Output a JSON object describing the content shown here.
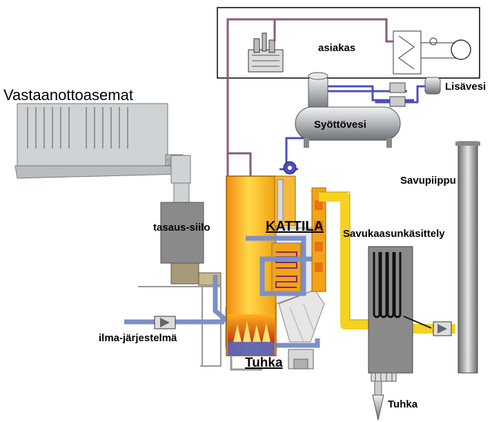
{
  "labels": {
    "receiving_stations": "Vastaanottoasemat",
    "customer": "asiakas",
    "makeup_water": "Lisävesi",
    "feed_water": "Syöttövesi",
    "chimney": "Savupiippu",
    "buffer_silo": "tasaus-siilo",
    "boiler": "KATTILA",
    "flue_gas_treatment": "Savukaasunkäsittely",
    "air_system": "ilma-järjestelmä",
    "ash_bottom": "Tuhka",
    "ash_filter": "Tuhka"
  },
  "colors": {
    "steam_pipe": "#8a5a78",
    "water_pipe": "#4b4fbf",
    "air_pipe": "#7c8fc8",
    "flue_gas_duct": "#f4d21f",
    "boiler_body": "#f3a21a",
    "equipment_gray": "#bfc3c6",
    "filter_box": "#8a8a8a"
  }
}
